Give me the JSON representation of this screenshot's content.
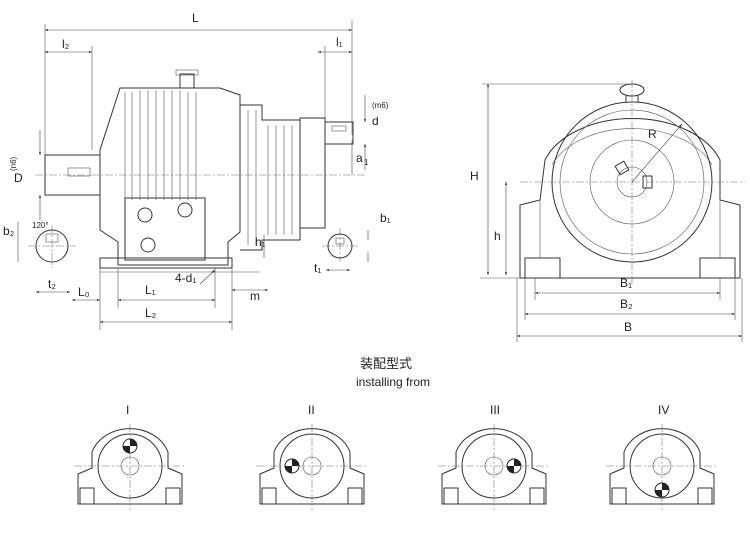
{
  "title_cn": "装配型式",
  "title_en": "installing from",
  "side_view": {
    "L": "L",
    "l2": "l₂",
    "l1": "l₁",
    "d": "d",
    "d_fit": "(m6)",
    "D": "D",
    "D_fit": "(n6)",
    "a": "a",
    "a_sub": "1",
    "b2": "b₂",
    "b1": "b₁",
    "angle": "120°",
    "t2": "t₂",
    "L0": "L₀",
    "L1": "L₁",
    "L2": "L₂",
    "bolts": "4-d₁",
    "m": "m",
    "h1": "h₁",
    "t1": "t₁"
  },
  "front_view": {
    "H": "H",
    "h": "h",
    "R": "R",
    "B1": "B₁",
    "B2": "B₂",
    "B": "B"
  },
  "mounts": [
    {
      "label": "I",
      "pos": "top"
    },
    {
      "label": "II",
      "pos": "left"
    },
    {
      "label": "III",
      "pos": "right"
    },
    {
      "label": "IV",
      "pos": "bottom"
    }
  ]
}
